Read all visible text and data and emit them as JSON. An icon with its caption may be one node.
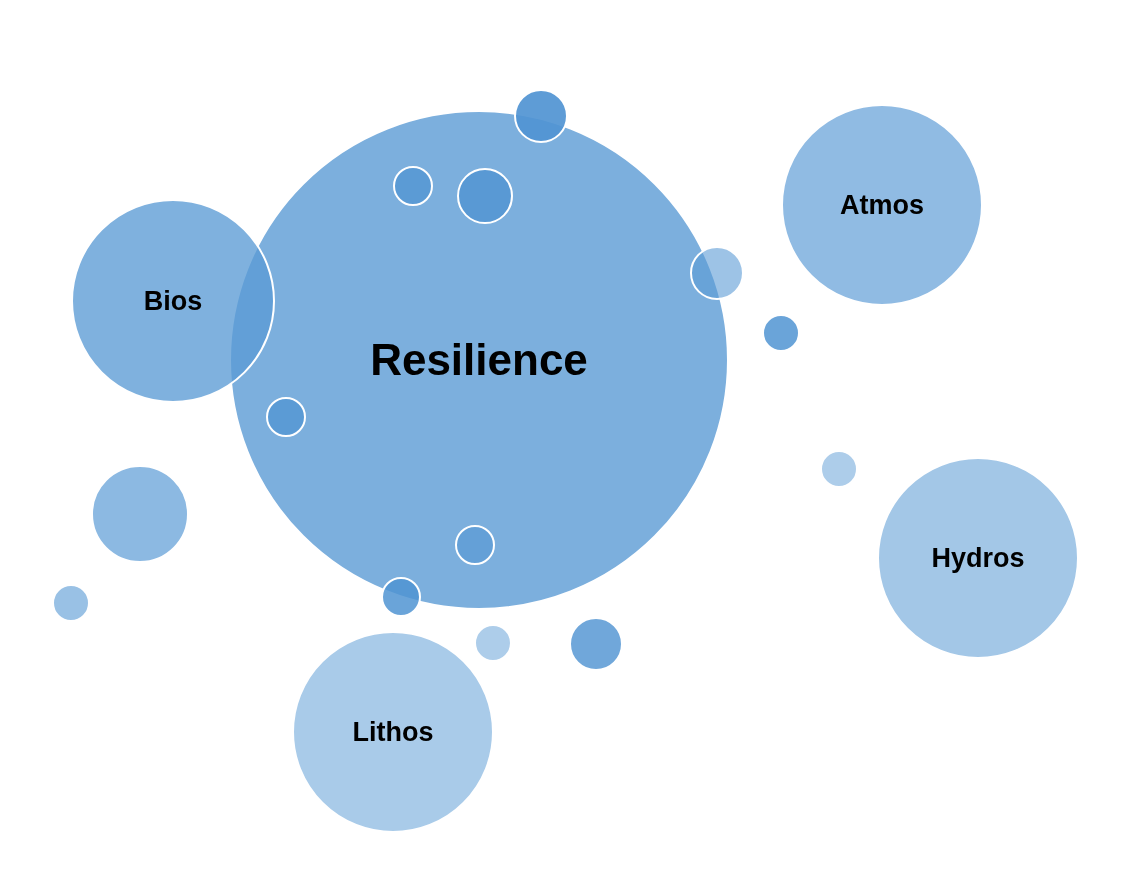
{
  "diagram": {
    "nodes": [
      {
        "text": [
          "Resilience"
        ]
      },
      {
        "text": [
          "Bios"
        ]
      },
      {
        "text": [
          "Atmos"
        ]
      },
      {
        "text": [
          "Hydros"
        ]
      },
      {
        "text": [
          "Lithos"
        ]
      },
      {
        "text": [],
        "shape": "circle"
      },
      {
        "text": [],
        "shape": "circle",
        "in": 0
      },
      {
        "text": [],
        "shape": "circle",
        "in": 0
      },
      {
        "text": [],
        "shape": "circle"
      },
      {
        "text": [],
        "shape": "circle"
      },
      {
        "text": [],
        "shape": "circle",
        "in": 0
      },
      {
        "text": [],
        "shape": "circle"
      },
      {
        "text": [],
        "shape": "circle"
      },
      {
        "text": [],
        "shape": "circle",
        "in": 0
      },
      {
        "text": [],
        "shape": "circle"
      },
      {
        "text": [],
        "shape": "circle"
      },
      {
        "text": [],
        "shape": "circle"
      },
      {
        "text": [],
        "shape": "circle"
      }
    ]
  }
}
